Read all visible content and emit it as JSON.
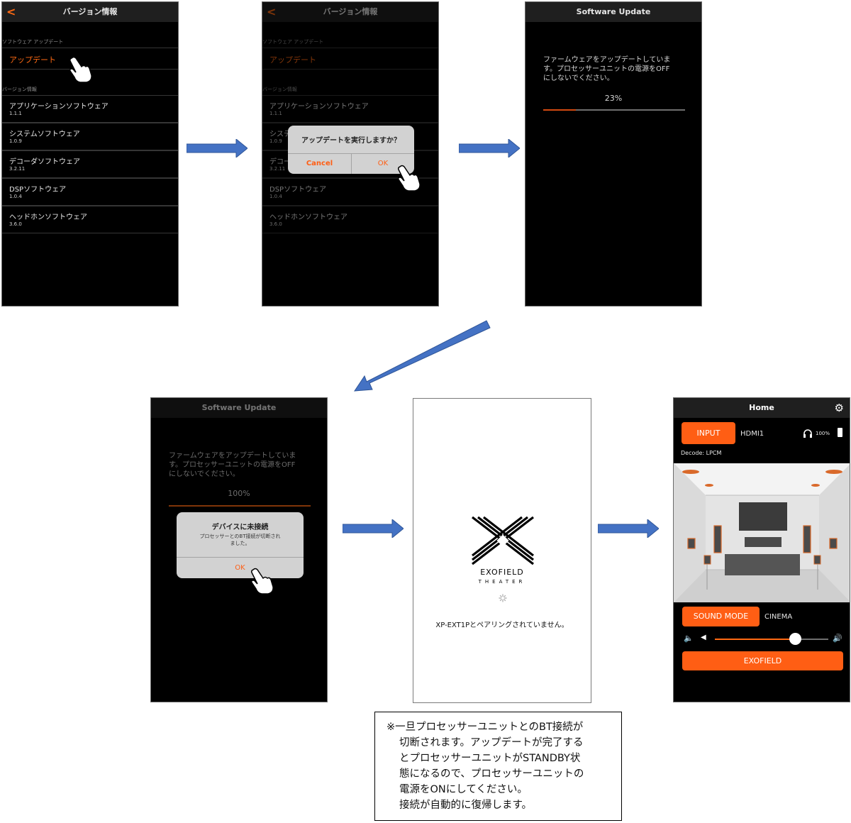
{
  "screen1": {
    "title": "バージョン情報",
    "back": "<",
    "section_update": "ソフトウェア アップデート",
    "update_label": "アップデート",
    "section_versions": "バージョン情報",
    "items": [
      {
        "label": "アプリケーションソフトウェア",
        "version": "1.1.1"
      },
      {
        "label": "システムソフトウェア",
        "version": "1.0.9"
      },
      {
        "label": "デコーダソフトウェア",
        "version": "3.2.11"
      },
      {
        "label": "DSPソフトウェア",
        "version": "1.0.4"
      },
      {
        "label": "ヘッドホンソフトウェア",
        "version": "3.6.0"
      }
    ]
  },
  "screen2": {
    "dialog_title": "アップデートを実行しますか？",
    "cancel": "Cancel",
    "ok": "OK"
  },
  "screen3": {
    "title": "Software Update",
    "message": [
      "ファームウェアをアップデートしていま",
      "す。プロセッサーユニットの電源をOFF",
      "にしないでください。"
    ],
    "percent": "23%",
    "progress": 0.23
  },
  "screen4": {
    "title": "Software Update",
    "message": [
      "ファームウェアをアップデートしていま",
      "す。プロセッサーユニットの電源をOFF",
      "にしないでください。"
    ],
    "percent": "100%",
    "progress": 1.0,
    "dialog_title": "デバイスに未接続",
    "dialog_body": [
      "プロセッサーとのBT接続が切断され",
      "ました。"
    ],
    "ok": "OK"
  },
  "screen5": {
    "brand": "EXOFIELD",
    "brand_sub": "THEATER",
    "status": "XP-EXT1Pとペアリングされていません。"
  },
  "screen6": {
    "title": "Home",
    "input_button": "INPUT",
    "input_value": "HDMI1",
    "battery": "100%",
    "decode": "Decode: LPCM",
    "sound_mode_button": "SOUND MODE",
    "sound_mode_value": "CINEMA",
    "volume": 0.71,
    "exofield_button": "EXOFIELD",
    "accent": "#ff5e14"
  },
  "note": {
    "lines": [
      "※一旦プロセッサーユニットとのBT接続が",
      "切断されます。アップデートが完了する",
      "とプロセッサーユニットがSTANDBY状",
      "態になるので、プロセッサーユニットの",
      "電源をONにしてください。",
      "接続が自動的に復帰します。"
    ]
  }
}
